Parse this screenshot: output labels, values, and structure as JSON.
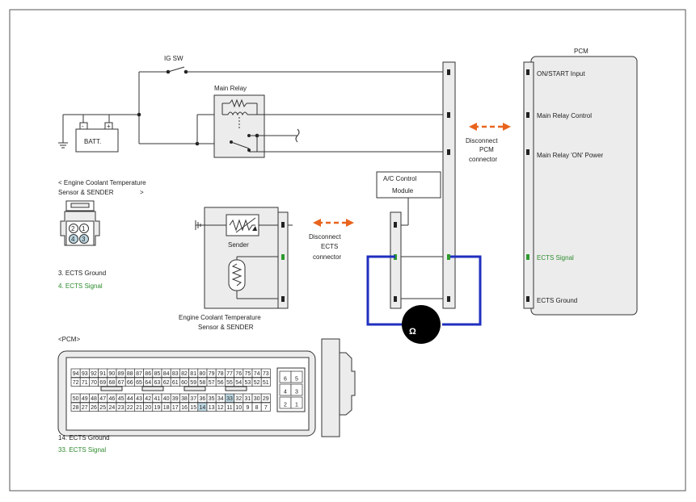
{
  "labels": {
    "ig_sw": "IG SW",
    "batt": "BATT.",
    "batt_minus": "-",
    "batt_plus": "+",
    "main_relay": "Main Relay",
    "sensor_title_1": "< Engine Coolant Temperature",
    "sensor_title_2": "Sensor & SENDER",
    "sensor_title_end": ">",
    "sensor_pin_3": "3. ECTS Ground",
    "sensor_pin_4": "4. ECTS Signal",
    "sender": "Sender",
    "ects_caption_1": "Engine Coolant Temperature",
    "ects_caption_2": "Sensor & SENDER",
    "disc_ects_1": "Disconnect",
    "disc_ects_2": "ECTS",
    "disc_ects_3": "connector",
    "ac_module_1": "A/C Control",
    "ac_module_2": "Module",
    "disc_pcm_1": "Disconnect",
    "disc_pcm_2": "PCM",
    "disc_pcm_3": "connector",
    "pcm": "PCM",
    "pcm_on_start": "ON/START Input",
    "pcm_main_relay_control": "Main Relay Control",
    "pcm_main_relay_power": "Main Relay 'ON' Power",
    "pcm_ects_signal": "ECTS Signal",
    "pcm_ects_ground": "ECTS Ground",
    "meter_symbol": "Ω",
    "pcm_connector_title": "<PCM>",
    "pcm_pin_14": "14.   ECTS Ground",
    "pcm_pin_33": "33. ECTS Signal"
  },
  "sensor_connector_pins": [
    "2",
    "1",
    "4",
    "3"
  ],
  "pcm_connector": {
    "rows": [
      [
        "94",
        "93",
        "92",
        "91",
        "90",
        "89",
        "88",
        "87",
        "86",
        "85",
        "84",
        "83",
        "82",
        "81",
        "80",
        "79",
        "78",
        "77",
        "76",
        "75",
        "74",
        "73"
      ],
      [
        "72",
        "71",
        "70",
        "69",
        "68",
        "67",
        "66",
        "65",
        "64",
        "63",
        "62",
        "61",
        "60",
        "59",
        "58",
        "57",
        "56",
        "55",
        "54",
        "53",
        "52",
        "51"
      ],
      [
        "50",
        "49",
        "48",
        "47",
        "46",
        "45",
        "44",
        "43",
        "42",
        "41",
        "40",
        "39",
        "38",
        "37",
        "36",
        "35",
        "34",
        "33",
        "32",
        "31",
        "30",
        "29"
      ],
      [
        "28",
        "27",
        "26",
        "25",
        "24",
        "23",
        "22",
        "21",
        "20",
        "19",
        "18",
        "17",
        "16",
        "15",
        "14",
        "13",
        "12",
        "11",
        "10",
        "9",
        "8",
        "7"
      ]
    ],
    "side_block": [
      "6",
      "5",
      "4",
      "3",
      "2",
      "1"
    ],
    "highlighted": [
      "14",
      "33"
    ]
  },
  "colors": {
    "highlight_cell": "#bcd7e2",
    "ects_loop": "#1f2fbf",
    "arrow": "#e8641e",
    "green_pin": "#2e9a2e"
  }
}
